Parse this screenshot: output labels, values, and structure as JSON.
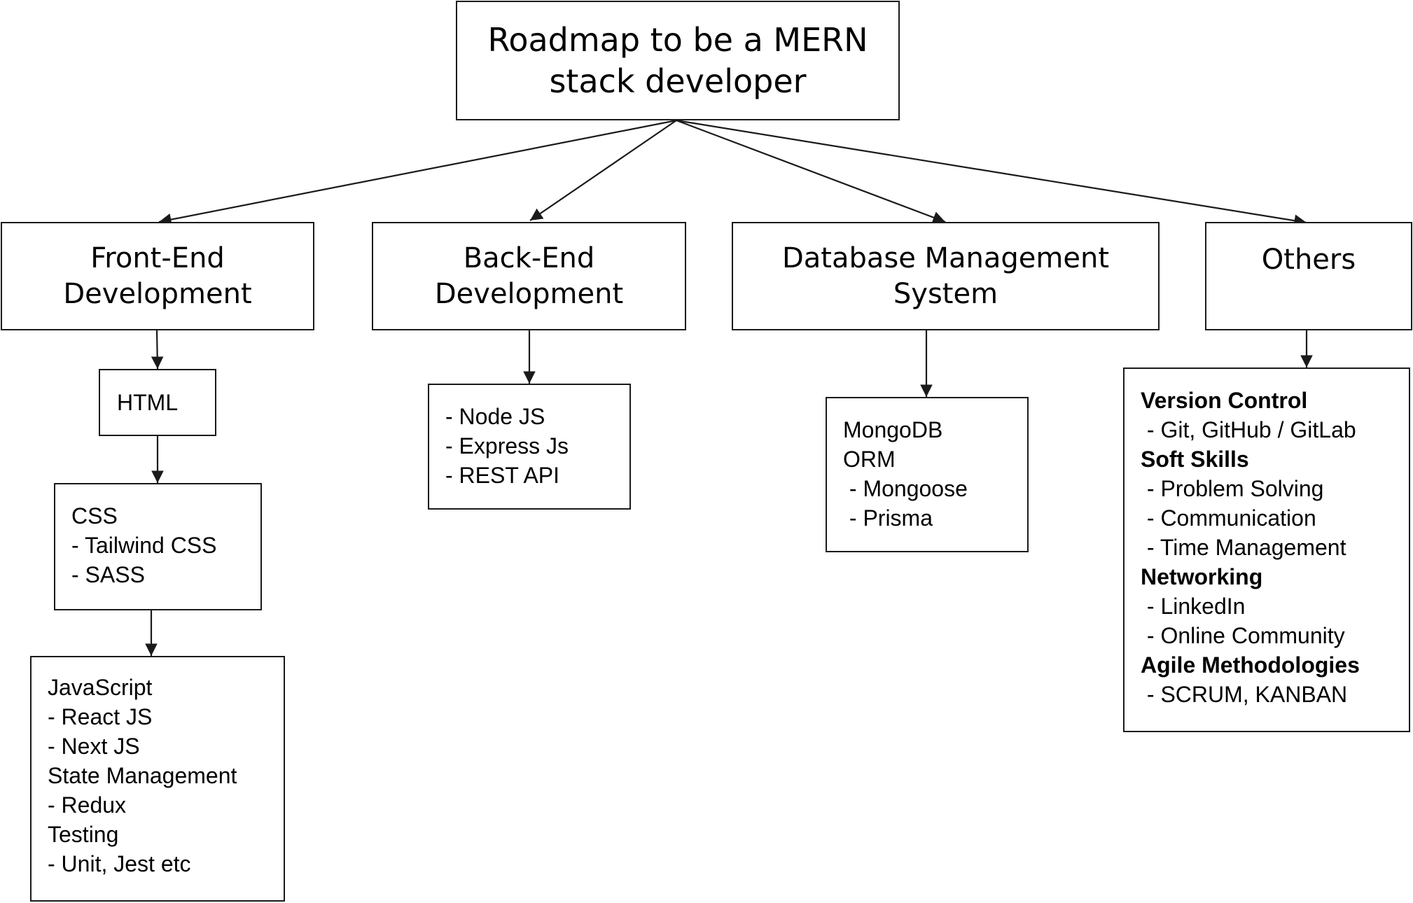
{
  "root": {
    "lines": [
      "Roadmap to be a MERN",
      "stack developer"
    ]
  },
  "categories": {
    "frontend": {
      "lines": [
        "Front-End",
        "Development"
      ]
    },
    "backend": {
      "lines": [
        "Back-End",
        "Development"
      ]
    },
    "database": {
      "lines": [
        "Database Management",
        "System"
      ]
    },
    "others": {
      "lines": [
        "Others"
      ]
    }
  },
  "frontend": {
    "html": "HTML",
    "css": [
      "CSS",
      "- Tailwind CSS",
      "- SASS"
    ],
    "js": [
      "JavaScript",
      "- React JS",
      "- Next JS",
      "State Management",
      "- Redux",
      "Testing",
      "- Unit, Jest etc"
    ]
  },
  "backend": {
    "items": [
      "- Node JS",
      "- Express Js",
      "- REST API"
    ]
  },
  "database": {
    "items": [
      "MongoDB",
      "ORM",
      " - Mongoose",
      " - Prisma"
    ]
  },
  "others": {
    "items": [
      {
        "text": "Version Control",
        "bold": true
      },
      {
        "text": " - Git, GitHub / GitLab",
        "bold": false
      },
      {
        "text": "Soft Skills",
        "bold": true
      },
      {
        "text": " - Problem Solving",
        "bold": false
      },
      {
        "text": " - Communication",
        "bold": false
      },
      {
        "text": " - Time Management",
        "bold": false
      },
      {
        "text": "Networking",
        "bold": true
      },
      {
        "text": " - LinkedIn",
        "bold": false
      },
      {
        "text": " - Online Community",
        "bold": false
      },
      {
        "text": "Agile Methodologies",
        "bold": true
      },
      {
        "text": " - SCRUM, KANBAN",
        "bold": false
      }
    ]
  }
}
